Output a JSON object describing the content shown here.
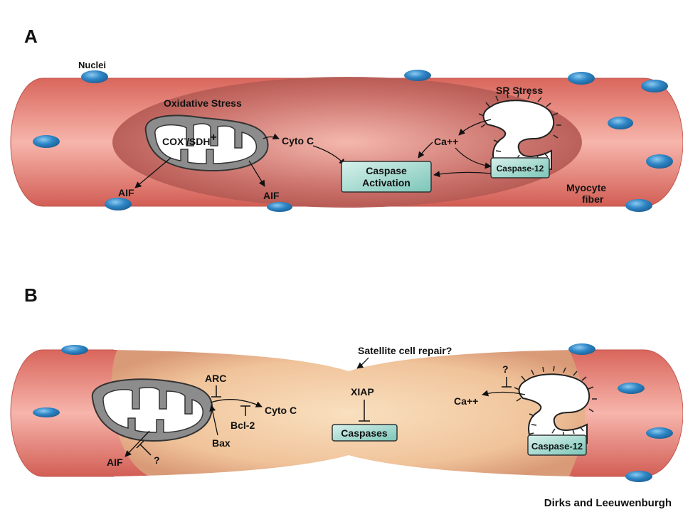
{
  "panel_a": {
    "letter": "A",
    "nuclei_label": "Nuclei",
    "oxidative_stress": "Oxidative Stress",
    "cox": "COX",
    "cox_sup": "-",
    "sdh": "/SDH",
    "sdh_sup": "+",
    "cyto_c": "Cyto C",
    "aif_left": "AIF",
    "aif_right": "AIF",
    "sr_stress": "SR Stress",
    "ca": "Ca++",
    "caspase12": "Caspase-12",
    "caspase_activation_1": "Caspase",
    "caspase_activation_2": "Activation",
    "myocyte_1": "Myocyte",
    "myocyte_2": "fiber"
  },
  "panel_b": {
    "letter": "B",
    "satellite": "Satellite cell repair?",
    "arc": "ARC",
    "cyto_c": "Cyto C",
    "bcl2": "Bcl-2",
    "bax": "Bax",
    "aif": "AIF",
    "question_1": "?",
    "xiap": "XIAP",
    "caspases": "Caspases",
    "question_2": "?",
    "ca": "Ca++",
    "caspase12": "Caspase-12"
  },
  "credit": "Dirks and Leeuwenburgh",
  "colors": {
    "fiber": "#e98a7f",
    "fiber_dark": "#c9564c",
    "stress_zone_a": "#a8463f",
    "repair_zone_b": "#f2c9a0",
    "nucleus": "#2f86c6",
    "mito": "#8c8c8c",
    "caspase_box": "#9fd8cc"
  }
}
